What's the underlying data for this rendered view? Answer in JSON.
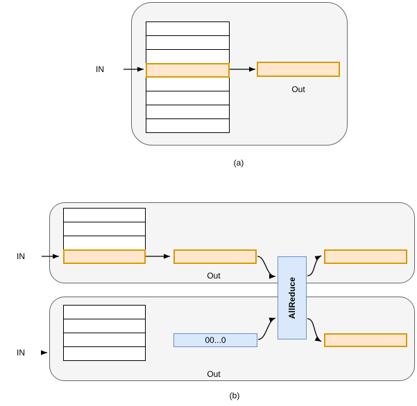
{
  "colors": {
    "container_fill": "#f5f5f5",
    "container_stroke": "#666666",
    "row_fill": "#ffffff",
    "row_stroke": "#000000",
    "highlight_fill": "#ffe6cc",
    "highlight_stroke": "#d79b00",
    "blue_fill": "#dae8fc",
    "blue_stroke": "#6c8ebf",
    "arrow_color": "#000000"
  },
  "panel_a": {
    "caption": "(a)",
    "in_label": "IN",
    "out_label": "Out",
    "table": {
      "rows": 8,
      "highlight_index": 3
    }
  },
  "panel_b": {
    "caption": "(b)",
    "allreduce_label": "AllReduce",
    "top_device": {
      "in_label": "IN",
      "out_label": "Out",
      "table": {
        "rows": 4,
        "highlight_index": 3
      }
    },
    "bottom_device": {
      "in_label": "IN",
      "out_label": "Out",
      "zeros_label": "00...0",
      "table": {
        "rows": 4,
        "highlight_index": -1
      }
    }
  }
}
